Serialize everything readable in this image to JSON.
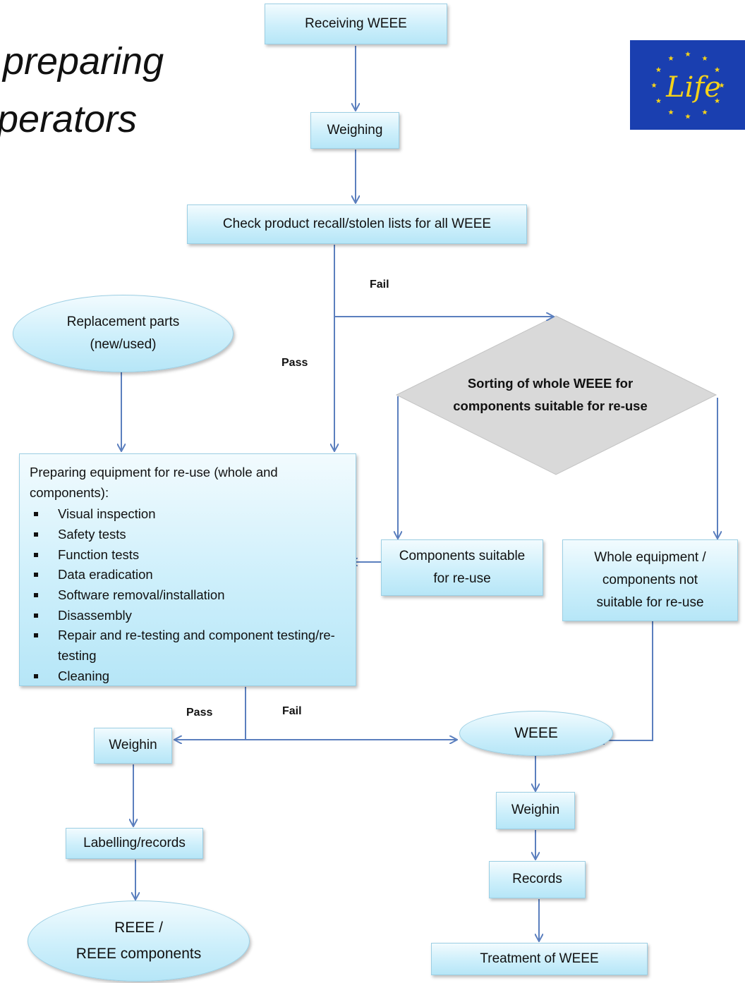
{
  "title": {
    "line1": "preparing",
    "line2": "perators"
  },
  "logo": {
    "text": "Life",
    "star_color": "#f4d21b",
    "background": "#1a3fb0"
  },
  "nodes": {
    "receiving": "Receiving WEEE",
    "weighing": "Weighing",
    "check": "Check product recall/stolen lists for all WEEE",
    "replacement_line1": "Replacement parts",
    "replacement_line2": "(new/used)",
    "sorting_line1": "Sorting of whole WEEE for",
    "sorting_line2": "components suitable for re-use",
    "preparing_header": "Preparing equipment for re-use (whole and components):",
    "preparing_items": [
      "Visual inspection",
      "Safety tests",
      "Function tests",
      "Data eradication",
      "Software removal/installation",
      "Disassembly",
      "Repair and re-testing and component testing/re-testing",
      "Cleaning"
    ],
    "components_suitable_line1": "Components suitable",
    "components_suitable_line2": "for re-use",
    "whole_not_suitable_line1": "Whole equipment /",
    "whole_not_suitable_line2": "components not",
    "whole_not_suitable_line3": "suitable for re-use",
    "weighin_left": "Weighin",
    "weee": "WEEE",
    "weighin_right": "Weighin",
    "labelling": "Labelling/records",
    "records": "Records",
    "reee_line1": "REEE /",
    "reee_line2": "REEE components",
    "treatment": "Treatment of WEEE"
  },
  "edge_labels": {
    "fail_top": "Fail",
    "pass_top": "Pass",
    "pass_bottom": "Pass",
    "fail_bottom": "Fail"
  },
  "colors": {
    "arrow": "#5b7fbe",
    "box_fill": "#cdeffb",
    "diamond_fill": "#d9d9d9"
  }
}
